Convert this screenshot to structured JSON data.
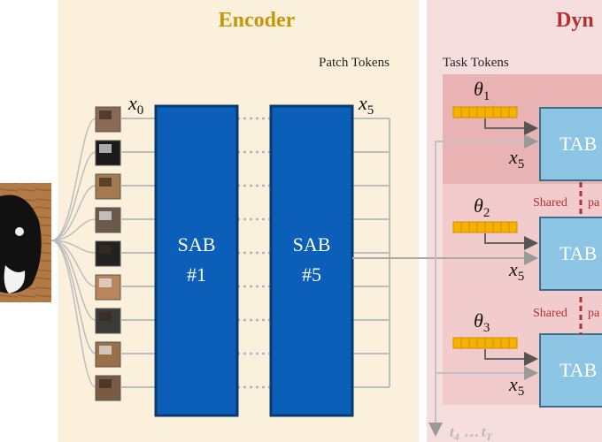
{
  "encoder": {
    "title": "Encoder",
    "patch_tokens_label": "Patch Tokens",
    "input_symbol": "x",
    "input_subscript": "0",
    "output_symbol": "x",
    "output_subscript": "5",
    "blocks": [
      {
        "name": "SAB",
        "index": "#1"
      },
      {
        "name": "SAB",
        "index": "#5"
      }
    ]
  },
  "dynamic": {
    "title": "Dyn",
    "task_tokens_label": "Task Tokens",
    "tasks": [
      {
        "theta_symbol": "θ",
        "theta_subscript": "1",
        "block": "TAB",
        "input_symbol": "x",
        "input_subscript": "5"
      },
      {
        "theta_symbol": "θ",
        "theta_subscript": "2",
        "block": "TAB",
        "input_symbol": "x",
        "input_subscript": "5"
      },
      {
        "theta_symbol": "θ",
        "theta_subscript": "3",
        "block": "TAB",
        "input_symbol": "x",
        "input_subscript": "5"
      }
    ],
    "shared_label": "Shared",
    "shared_suffix": "pa",
    "future": {
      "first": "t",
      "first_sub": "4",
      "dots": "…",
      "last": "t",
      "last_sub": "T"
    }
  },
  "colors": {
    "encoder_bg": "#fbf0dc",
    "dynamic_bg": "#f7dede",
    "task_row_1": "#e9b3b3",
    "task_row_other": "#f2cccc",
    "sab_fill": "#0b5fb8",
    "sab_border": "#083a72",
    "tab_fill": "#8cc6e4",
    "tab_border": "#3d6e8c",
    "token_fill": "#f5b200",
    "token_border": "#d18a00",
    "shared_line": "#b0312e",
    "patch_line": "#bdbdbd"
  }
}
